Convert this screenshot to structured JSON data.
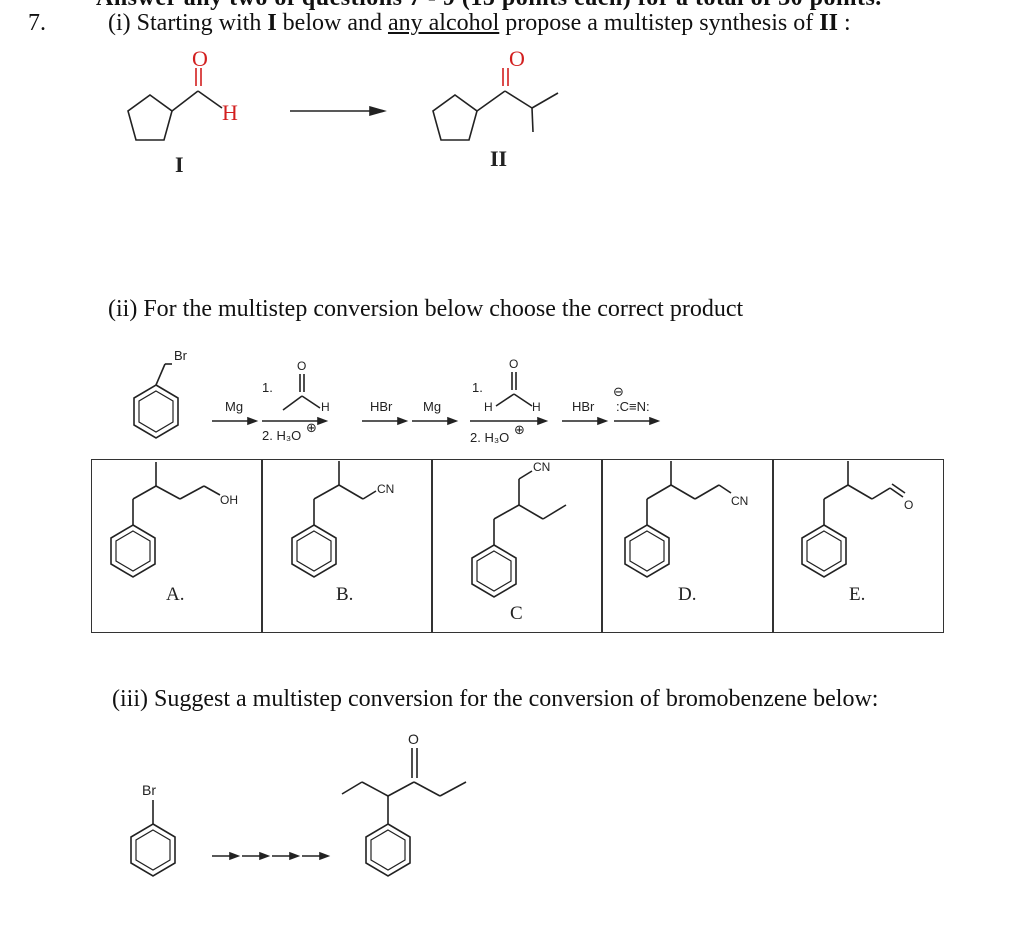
{
  "header": {
    "top_cut_text": "Answer any two of questions 7 - 9 (15 points each) for a total of 30 points.",
    "question_number": "7."
  },
  "part_i": {
    "text_before": "(i) Starting with",
    "start_label": "I",
    "text_mid1": " below and ",
    "underlined": "any alcohol",
    "text_mid2": " propose a multistep synthesis of ",
    "target_label": "II",
    "text_end": " :",
    "atom_O_1": "O",
    "atom_H": "H",
    "atom_O_2": "O",
    "label_I": "I",
    "label_II": "II",
    "heteroatom_color": "#d21f1f"
  },
  "part_ii": {
    "prompt": "(ii) For the multistep conversion below choose the correct product",
    "atom_Br": "Br",
    "reagents": {
      "step1": "Mg",
      "step2_num": "1.",
      "step2_O": "O",
      "step2_H": "H",
      "step2_water": "2. H₃O",
      "step3": "HBr",
      "step4": "Mg",
      "step5_num": "1.",
      "step5_O": "O",
      "step5_H1": "H",
      "step5_H2": "H",
      "step5_water": "2. H₃O",
      "step6": "HBr",
      "step7": ":C≡N:",
      "plus_charge": "⊕",
      "minus_charge": "⊖"
    },
    "choices": [
      {
        "label": "A.",
        "group": "OH"
      },
      {
        "label": "B.",
        "group": "CN"
      },
      {
        "label": "C",
        "group": "CN"
      },
      {
        "label": "D.",
        "group": "CN"
      },
      {
        "label": "E.",
        "group": "O"
      }
    ]
  },
  "part_iii": {
    "prompt": "(iii) Suggest a multistep conversion for the conversion of bromobenzene below:",
    "atom_Br": "Br",
    "atom_O": "O"
  }
}
